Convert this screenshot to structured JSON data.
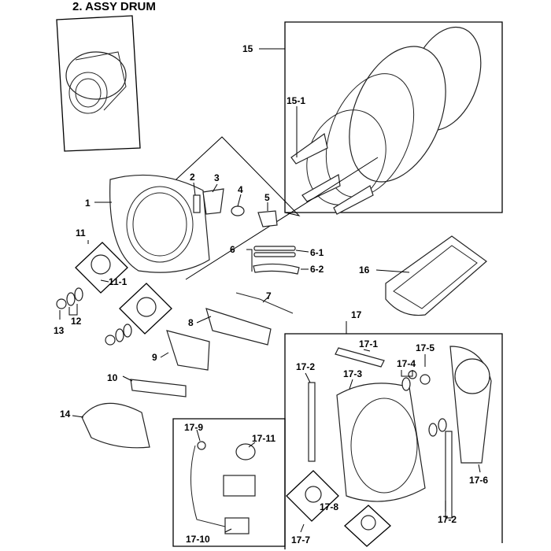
{
  "title": "2. ASSY DRUM",
  "callouts": {
    "c1": "1",
    "c2": "2",
    "c3": "3",
    "c4": "4",
    "c5": "5",
    "c6": "6",
    "c6_1": "6-1",
    "c6_2": "6-2",
    "c7": "7",
    "c8": "8",
    "c9": "9",
    "c10": "10",
    "c11": "11",
    "c11_1": "11-1",
    "c12": "12",
    "c13": "13",
    "c14": "14",
    "c15": "15",
    "c15_1": "15-1",
    "c16": "16",
    "c17": "17",
    "c17_1": "17-1",
    "c17_2a": "17-2",
    "c17_2b": "17-2",
    "c17_3": "17-3",
    "c17_4": "17-4",
    "c17_5": "17-5",
    "c17_6": "17-6",
    "c17_7": "17-7",
    "c17_8": "17-8",
    "c17_9": "17-9",
    "c17_10": "17-10",
    "c17_11": "17-11"
  }
}
